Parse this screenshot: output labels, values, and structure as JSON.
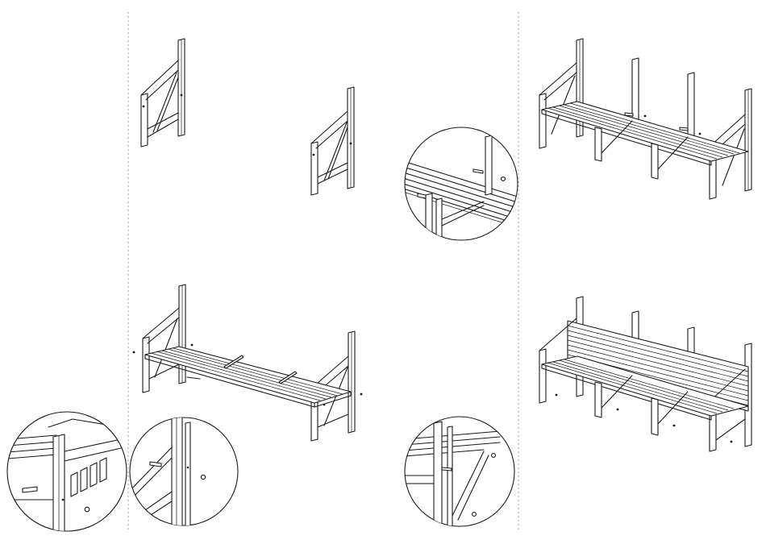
{
  "sheet": {
    "panels": [
      {
        "id": "panel-left",
        "step": "zoom-detail-armrest"
      },
      {
        "id": "panel-middle",
        "step": "sides-seat-assembly"
      },
      {
        "id": "panel-right",
        "step": "posts-and-backrest"
      }
    ],
    "colors": {
      "line": "#1a1a1a",
      "divider": "#9a9a9a",
      "paper": "#ffffff"
    },
    "parts": {
      "side_frames": 2,
      "seat_slats": 6,
      "back_posts": 2,
      "back_slats": 9
    }
  }
}
